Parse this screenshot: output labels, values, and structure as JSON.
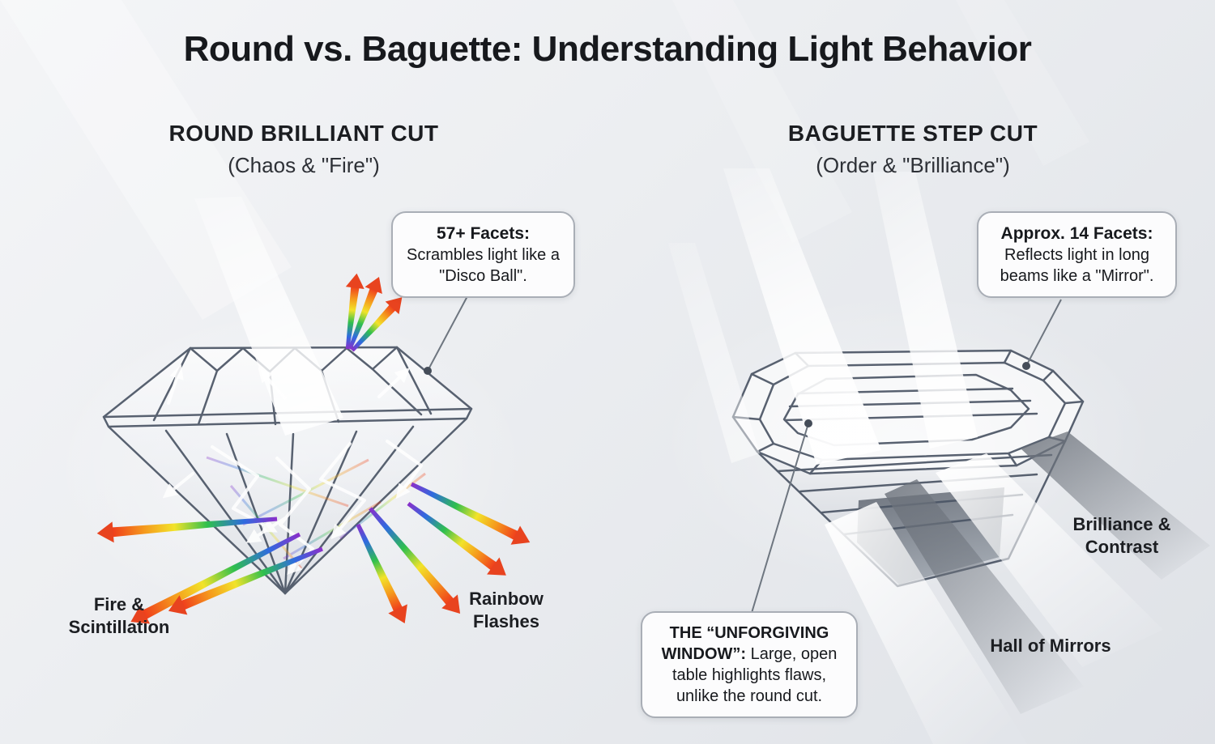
{
  "title": "Round vs. Baguette: Understanding Light Behavior",
  "left_panel": {
    "heading": "ROUND BRILLIANT CUT",
    "subheading": "(Chaos & \"Fire\")",
    "callout": {
      "title": "57+ Facets:",
      "body": "Scrambles light like a \"Disco Ball\"."
    },
    "labels": {
      "fire": "Fire & Scintillation",
      "rainbow": "Rainbow Flashes"
    }
  },
  "right_panel": {
    "heading": "BAGUETTE STEP CUT",
    "subheading": "(Order & \"Brilliance\")",
    "callout": {
      "title": "Approx. 14 Facets:",
      "body": "Reflects light in long beams like a \"Mirror\"."
    },
    "window_callout": {
      "title": "THE “UNFORGIVING WINDOW”:",
      "body": "Large, open table highlights flaws, unlike the round cut."
    },
    "labels": {
      "brilliance": "Brilliance & Contrast",
      "mirrors": "Hall of Mirrors"
    }
  },
  "colors": {
    "background_top": "#f4f5f7",
    "background_bottom": "#dfe2e7",
    "text_primary": "#17191d",
    "diamond_outline": "#4b5565",
    "callout_border": "#a9aeb6",
    "callout_background": "#fcfcfd",
    "leader_line": "#6e7680",
    "arrowhead_red": "#e8431f",
    "rainbow_gradient": [
      "#8b2fc9",
      "#2f6bdf",
      "#2fbf4e",
      "#f2e32a",
      "#f59a1d",
      "#ef3b1c"
    ],
    "beam_gray": "#70767f"
  }
}
